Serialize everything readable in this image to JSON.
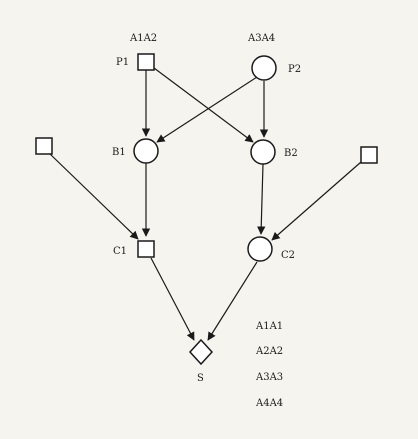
{
  "diagram": {
    "labels": {
      "a1a2": "A1A2",
      "a3a4": "A3A4",
      "p1": "P1",
      "p2": "P2",
      "b1": "B1",
      "b2": "B2",
      "c1": "C1",
      "c2": "C2",
      "s": "S"
    },
    "legend": [
      "A1A1",
      "A2A2",
      "A3A3",
      "A4A4"
    ]
  }
}
